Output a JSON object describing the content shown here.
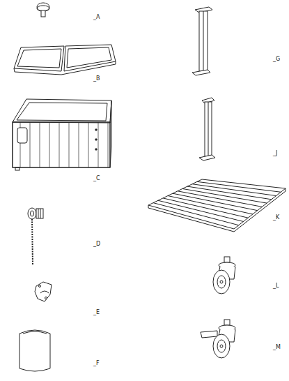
{
  "diagram": {
    "labels": [
      "_A",
      "_B",
      "_C",
      "_D",
      "_E",
      "_F",
      "_G",
      "_J",
      "_K",
      "_L",
      "_M"
    ]
  }
}
